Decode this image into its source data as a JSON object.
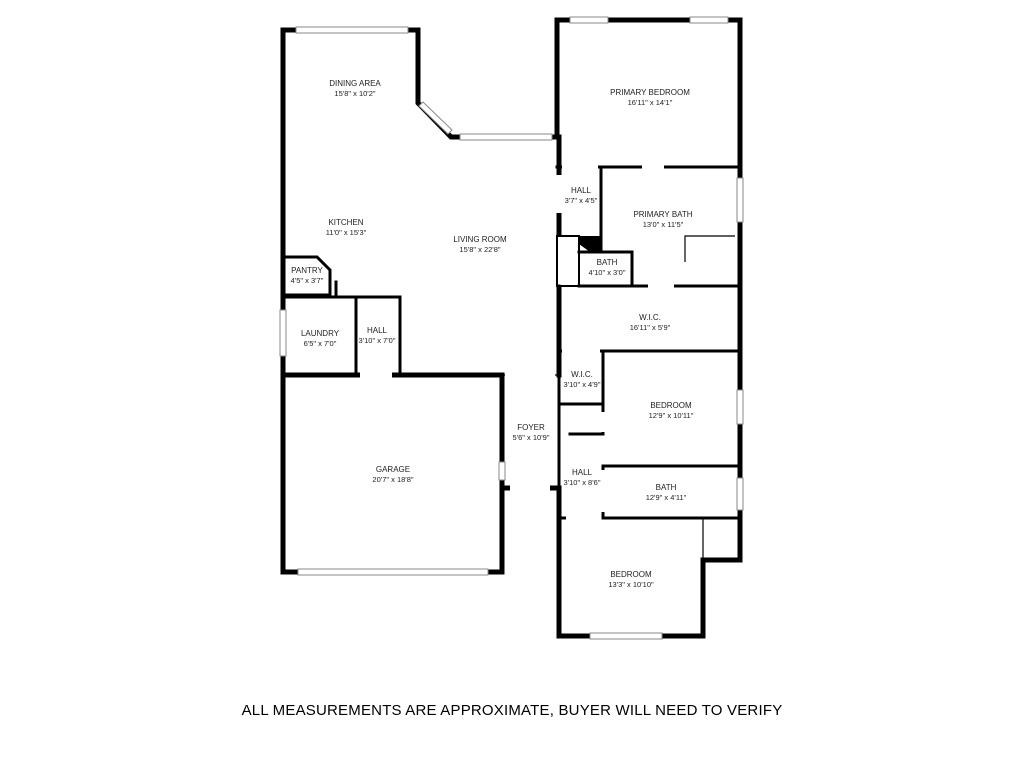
{
  "rooms": {
    "dining": {
      "name": "DINING AREA",
      "dim": "15'8\" x 10'2\""
    },
    "kitchen": {
      "name": "KITCHEN",
      "dim": "11'0\" x 15'3\""
    },
    "living": {
      "name": "LIVING ROOM",
      "dim": "15'8\" x 22'8\""
    },
    "pantry": {
      "name": "PANTRY",
      "dim": "4'5\" x 3'7\""
    },
    "laundry": {
      "name": "LAUNDRY",
      "dim": "6'5\" x 7'0\""
    },
    "hall_laundry": {
      "name": "HALL",
      "dim": "3'10\" x 7'0\""
    },
    "garage": {
      "name": "GARAGE",
      "dim": "20'7\" x 18'8\""
    },
    "foyer": {
      "name": "FOYER",
      "dim": "5'6\" x 10'9\""
    },
    "primary_bedroom": {
      "name": "PRIMARY BEDROOM",
      "dim": "16'11\" x 14'1\""
    },
    "hall_primary": {
      "name": "HALL",
      "dim": "3'7\" x 4'5\""
    },
    "primary_bath": {
      "name": "PRIMARY BATH",
      "dim": "13'0\" x 11'5\""
    },
    "bath_small": {
      "name": "BATH",
      "dim": "4'10\" x 3'0\""
    },
    "wic_primary": {
      "name": "W.I.C.",
      "dim": "16'11\" x 5'9\""
    },
    "wic_bedroom": {
      "name": "W.I.C.",
      "dim": "3'10\" x 4'9\""
    },
    "bedroom2": {
      "name": "BEDROOM",
      "dim": "12'9\" x 10'11\""
    },
    "hall_bedrooms": {
      "name": "HALL",
      "dim": "3'10\" x 8'6\""
    },
    "bath2": {
      "name": "BATH",
      "dim": "12'9\" x 4'11\""
    },
    "bedroom3": {
      "name": "BEDROOM",
      "dim": "13'3\" x 10'10\""
    }
  },
  "disclaimer": "ALL MEASUREMENTS ARE APPROXIMATE, BUYER WILL NEED TO VERIFY"
}
